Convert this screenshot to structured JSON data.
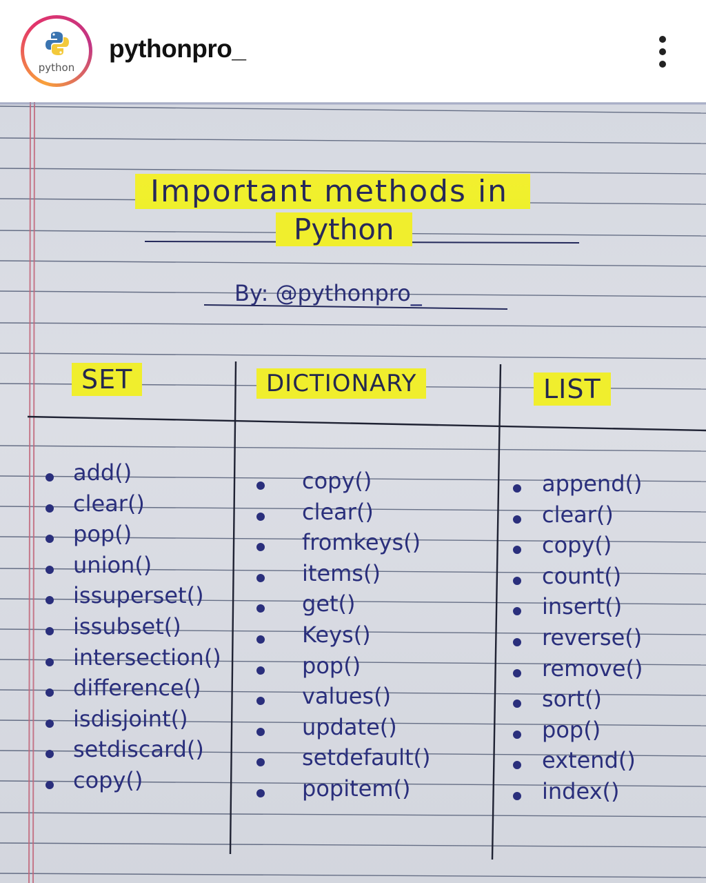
{
  "post": {
    "username": "pythonpro_",
    "avatar_text": "python",
    "icons": {
      "avatar_logo": "python-logo-icon",
      "more": "more-vertical-icon"
    },
    "colors": {
      "highlight": "#f0ee2d",
      "ink": "#2a2f7c",
      "paper": "#d8dbe2",
      "ring": "#e2336b"
    }
  },
  "note": {
    "title_line1": "Important methods in",
    "title_line2": "Python",
    "byline": "By: @pythonpro_",
    "columns": [
      {
        "heading": "SET",
        "items": [
          "add()",
          "clear()",
          "pop()",
          "union()",
          "issuperset()",
          "issubset()",
          "intersection()",
          "difference()",
          "isdisjoint()",
          "setdiscard()",
          "copy()"
        ]
      },
      {
        "heading": "DICTIONARY",
        "items": [
          "copy()",
          "clear()",
          "fromkeys()",
          "items()",
          "get()",
          "Keys()",
          "pop()",
          "values()",
          "update()",
          "setdefault()",
          "popitem()"
        ]
      },
      {
        "heading": "LIST",
        "items": [
          "append()",
          "clear()",
          "copy()",
          "count()",
          "insert()",
          "reverse()",
          "remove()",
          "sort()",
          "pop()",
          "extend()",
          "index()"
        ]
      }
    ]
  }
}
